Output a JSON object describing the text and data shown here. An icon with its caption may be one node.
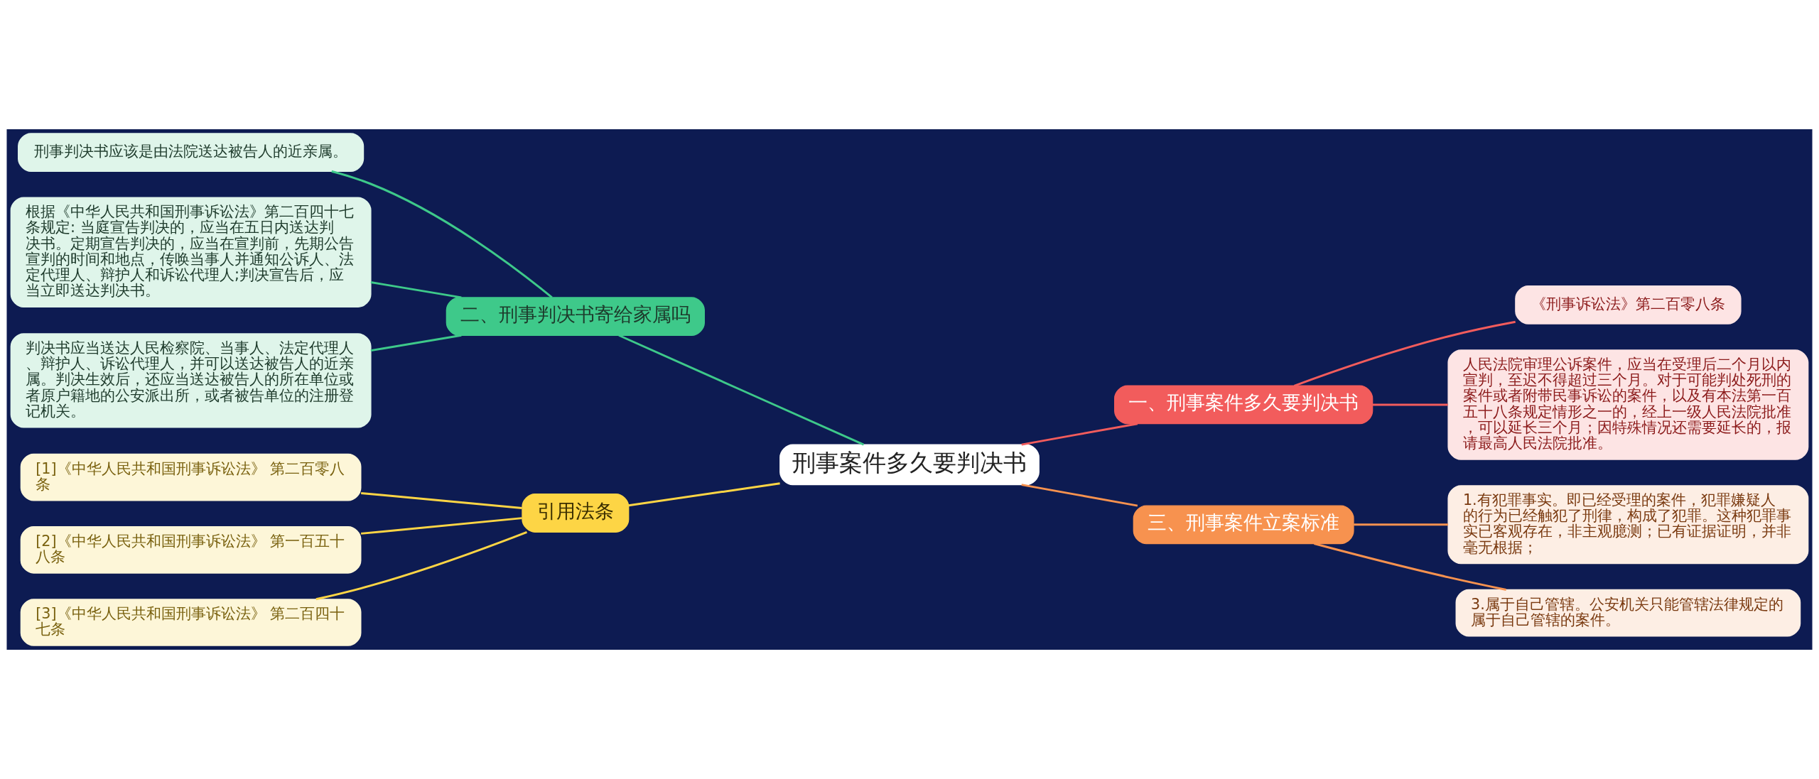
{
  "diagram": {
    "nodes": [
      {
        "text": [
          "刑事案件多久要判决书"
        ]
      },
      {
        "text": [
          "一、刑事案件多久要判决书"
        ]
      },
      {
        "text": [
          "《刑事诉讼法》第二百零八条"
        ]
      },
      {
        "text": [
          "人民法院审理公诉案件，应当在受理后二个月以内宣判，至迟不得超过三个月。对于可能判处死刑的案件或者附带民事诉讼的案件，以及有本法第一百五十八条规定情形之一的，经上一级人民法院批准，可以延长三个月；因特殊情况还需要延长的，报请最高人民法院批准。"
        ]
      },
      {
        "text": [
          "三、刑事案件立案标准"
        ]
      },
      {
        "text": [
          "1.有犯罪事实。即已经受理的案件，犯罪嫌疑人的行为已经触犯了刑律，构成了犯罪。这种犯罪事实已客观存在，非主观臆测；已有证据证明，并非毫无根据；"
        ]
      },
      {
        "text": [
          "3.属于自己管辖。公安机关只能管辖法律规定的属于自己管辖的案件。"
        ]
      },
      {
        "text": [
          "二、刑事判决书寄给家属吗"
        ]
      },
      {
        "text": [
          "刑事判决书应该是由法院送达被告人的近亲属。"
        ]
      },
      {
        "text": [
          "根据《中华人民共和国刑事诉讼法》第二百四十七条规定: 当庭宣告判决的，应当在五日内送达判决书。定期宣告判决的，应当在宣判前，先期公告宣判的时间和地点，传唤当事人并通知公诉人、法定代理人、辩护人和诉讼代理人;判决宣告后，应当立即送达判决书。"
        ]
      },
      {
        "text": [
          "判决书应当送达人民检察院、当事人、法定代理人、辩护人、诉讼代理人，并可以送达被告人的近亲属。判决生效后，还应当送达被告人的所在单位或者原户籍地的公安派出所，或者被告单位的注册登记机关。"
        ]
      },
      {
        "text": [
          "引用法条"
        ]
      },
      {
        "text": [
          "[1]《中华人民共和国刑事诉讼法》 第二百零八条"
        ]
      },
      {
        "text": [
          "[2]《中华人民共和国刑事诉讼法》 第一百五十八条"
        ]
      },
      {
        "text": [
          "[3]《中华人民共和国刑事诉讼法》 第二百四十七条"
        ]
      }
    ],
    "edges": [
      {
        "from": 0,
        "to": 1,
        "arrow": "none",
        "color": "#f25c5c"
      },
      {
        "from": 1,
        "to": 2,
        "arrow": "none",
        "color": "#f25c5c"
      },
      {
        "from": 1,
        "to": 3,
        "arrow": "none",
        "color": "#f25c5c"
      },
      {
        "from": 0,
        "to": 4,
        "arrow": "none",
        "color": "#f7924f"
      },
      {
        "from": 4,
        "to": 5,
        "arrow": "none",
        "color": "#f7924f"
      },
      {
        "from": 4,
        "to": 6,
        "arrow": "none",
        "color": "#f7924f"
      },
      {
        "from": 0,
        "to": 7,
        "arrow": "none",
        "color": "#3ec98a"
      },
      {
        "from": 7,
        "to": 8,
        "arrow": "none",
        "color": "#3ec98a"
      },
      {
        "from": 7,
        "to": 9,
        "arrow": "none",
        "color": "#3ec98a"
      },
      {
        "from": 7,
        "to": 10,
        "arrow": "none",
        "color": "#3ec98a"
      },
      {
        "from": 0,
        "to": 11,
        "arrow": "none",
        "color": "#fdd545"
      },
      {
        "from": 11,
        "to": 12,
        "arrow": "none",
        "color": "#fdd545"
      },
      {
        "from": 11,
        "to": 13,
        "arrow": "none",
        "color": "#fdd545"
      },
      {
        "from": 11,
        "to": 14,
        "arrow": "none",
        "color": "#fdd545"
      }
    ]
  }
}
